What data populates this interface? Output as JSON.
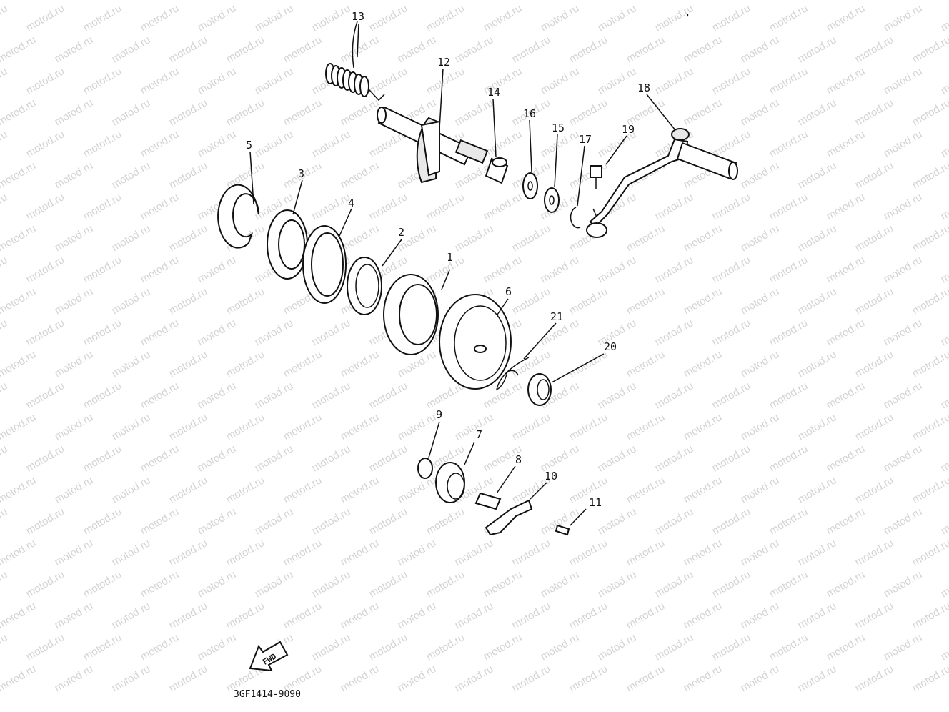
{
  "watermark": "motod.ru",
  "diagram_code": "3GF1414-9090",
  "fwd_label": "FWD",
  "tick": "'",
  "callouts": [
    "1",
    "2",
    "3",
    "4",
    "5",
    "6",
    "7",
    "8",
    "9",
    "10",
    "11",
    "12",
    "13",
    "14",
    "15",
    "16",
    "17",
    "18",
    "19",
    "20",
    "21"
  ],
  "colors": {
    "ink": "#111111",
    "watermark": "#d4d4d4",
    "background": "#ffffff"
  }
}
